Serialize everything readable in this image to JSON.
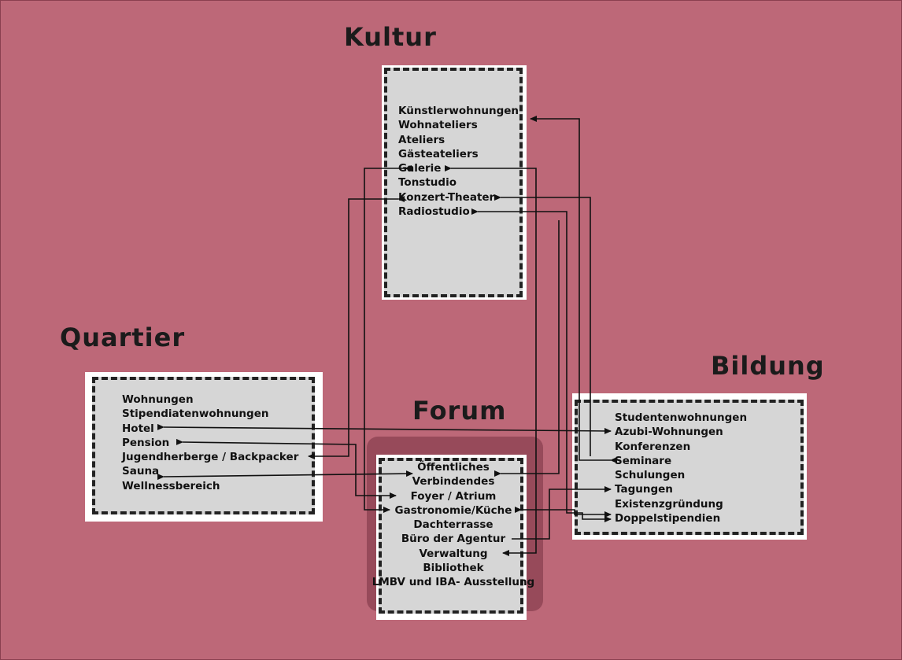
{
  "sections": {
    "kultur": {
      "title": "Kultur",
      "items": [
        "Künstlerwohnungen",
        "Wohnateliers",
        "Ateliers",
        "Gästeateliers",
        "Galerie",
        "Tonstudio",
        "Konzert-Theater",
        "Radiostudio"
      ]
    },
    "quartier": {
      "title": "Quartier",
      "items": [
        "Wohnungen",
        "Stipendiatenwohnungen",
        "Hotel",
        "Pension",
        "Jugendherberge / Backpacker",
        "Sauna",
        "Wellnessbereich"
      ]
    },
    "bildung": {
      "title": "Bildung",
      "items": [
        "Studentenwohnungen",
        "Azubi-Wohnungen",
        "Konferenzen",
        "Seminare",
        "Schulungen",
        "Tagungen",
        "Existenzgründung",
        "Doppelstipendien"
      ]
    },
    "forum": {
      "title": "Forum",
      "items": [
        "Öffentliches",
        "Verbindendes",
        "Foyer / Atrium",
        "Gastronomie/Küche",
        "Dachterrasse",
        "Büro der Agentur",
        "Verwaltung",
        "Bibliothek",
        "LMBV und IBA- Ausstellung"
      ]
    }
  },
  "colors": {
    "background": "#bd6878",
    "plan_fill": "#d6d6d6",
    "wall": "#222222",
    "arrow": "#111111"
  }
}
